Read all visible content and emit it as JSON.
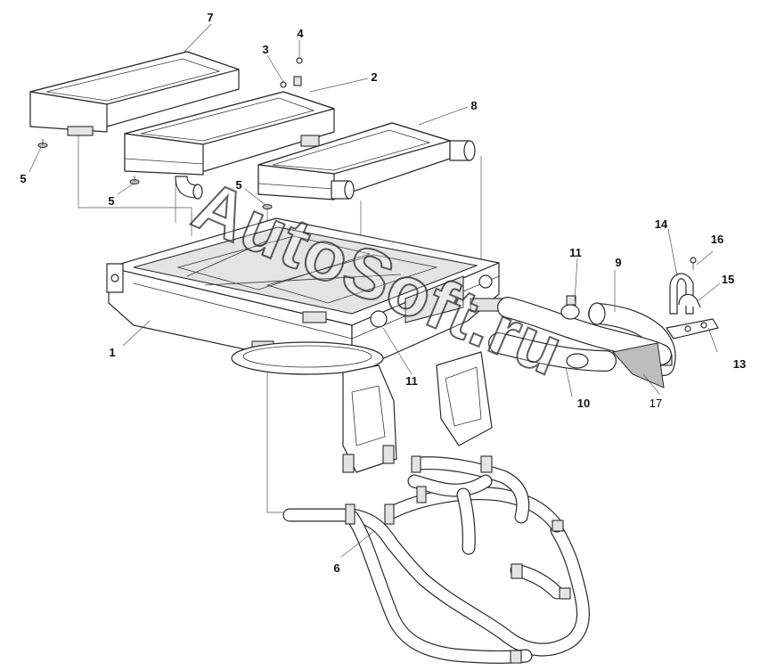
{
  "watermark": {
    "text": "AutoSoft.ru"
  },
  "callouts": [
    {
      "id": "c1",
      "label": "1"
    },
    {
      "id": "c2",
      "label": "2"
    },
    {
      "id": "c3",
      "label": "3"
    },
    {
      "id": "c4",
      "label": "4"
    },
    {
      "id": "c5a",
      "label": "5"
    },
    {
      "id": "c5b",
      "label": "5"
    },
    {
      "id": "c5c",
      "label": "5"
    },
    {
      "id": "c6",
      "label": "6"
    },
    {
      "id": "c7",
      "label": "7"
    },
    {
      "id": "c8",
      "label": "8"
    },
    {
      "id": "c9",
      "label": "9"
    },
    {
      "id": "c10",
      "label": "10"
    },
    {
      "id": "c11a",
      "label": "11"
    },
    {
      "id": "c11b",
      "label": "11"
    },
    {
      "id": "c13",
      "label": "13"
    },
    {
      "id": "c14",
      "label": "14"
    },
    {
      "id": "c15",
      "label": "15"
    },
    {
      "id": "c16",
      "label": "16"
    },
    {
      "id": "c17",
      "label": "17"
    }
  ]
}
